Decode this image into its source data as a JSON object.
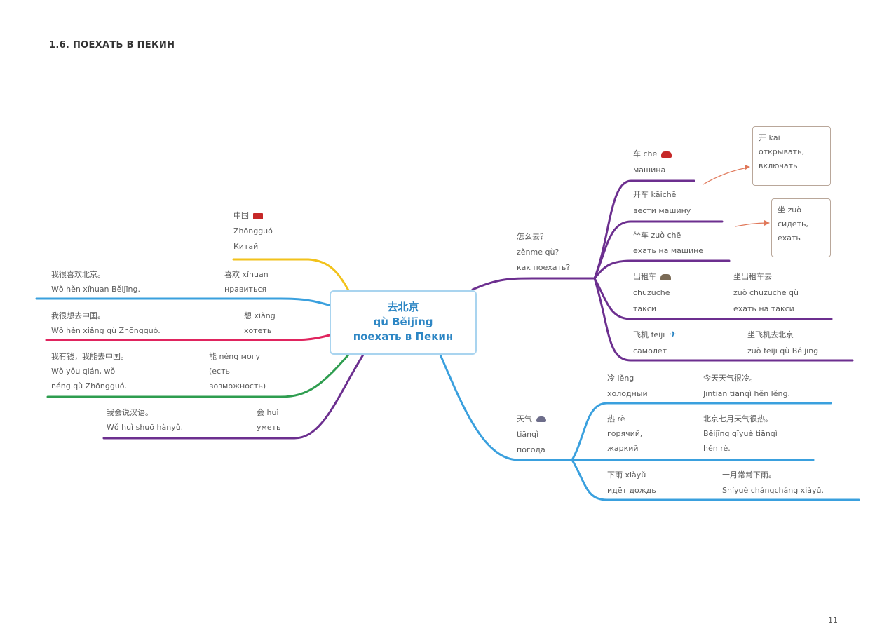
{
  "page": {
    "heading": "1.6. ПОЕХАТЬ В ПЕКИН",
    "page_number": "11"
  },
  "center": {
    "hanzi": "去北京",
    "pinyin": "qù Běijīng",
    "ru": "поехать в Пекин"
  },
  "colors": {
    "yellow": "#f2c21b",
    "blue": "#3aa0de",
    "red": "#e0245e",
    "green": "#2e9d4f",
    "purple": "#6c2f8f",
    "arrow": "#e0785a",
    "center_border": "#a9d4ef",
    "center_text": "#2d86c4"
  },
  "left": {
    "china": {
      "l1": "中国",
      "l2": "Zhōngguó",
      "l3": "Китай",
      "icon": "china-flag-icon"
    },
    "xihuan": {
      "l1": "喜欢 xǐhuan",
      "l2": "нравиться",
      "ex1": "我很喜欢北京。",
      "ex2": "Wǒ hěn xǐhuan Běijīng."
    },
    "xiang": {
      "l1": "想 xiǎng",
      "l2": "хотеть",
      "ex1": "我很想去中国。",
      "ex2": "Wǒ hěn xiǎng qù Zhōngguó."
    },
    "neng": {
      "l1": "能 néng могу",
      "l2": "(есть",
      "l3": "возможность)",
      "ex1": "我有钱，我能去中国。",
      "ex2": "Wǒ yǒu qián, wǒ",
      "ex3": "néng qù Zhōngguó."
    },
    "hui": {
      "l1": "会 huì",
      "l2": "уметь",
      "ex1": "我会说汉语。",
      "ex2": "Wǒ huì shuō hànyǔ."
    }
  },
  "right": {
    "how": {
      "l1": "怎么去？",
      "l2": "zěnme qù?",
      "l3": "как поехать?"
    },
    "che": {
      "l1": "车 chē",
      "l2": "машина",
      "icon": "car-icon"
    },
    "kaiche": {
      "l1": "开车 kāichē",
      "l2": "вести машину"
    },
    "zuoche": {
      "l1": "坐车 zuò chē",
      "l2": "ехать на машине"
    },
    "taxi": {
      "l1": "出租车",
      "l2": "chūzūchē",
      "l3": "такси",
      "icon": "taxi-icon",
      "ex1": "坐出租车去",
      "ex2": "zuò chūzūchē qù",
      "ex3": "ехать на такси"
    },
    "plane": {
      "l1": "飞机 fēijī",
      "l2": "самолёт",
      "icon": "plane-icon",
      "ex1": "坐飞机去北京",
      "ex2": "zuò fēijī qù Běijīng"
    },
    "note_kai": {
      "l1": "开 kāi",
      "l2": "открывать,",
      "l3": "включать"
    },
    "note_zuo": {
      "l1": "坐 zuò",
      "l2": "сидеть,",
      "l3": "ехать"
    },
    "weather": {
      "l1": "天气",
      "l2": "tiānqì",
      "l3": "погода",
      "icon": "weather-cloud-icon"
    },
    "leng": {
      "l1": "冷 lěng",
      "l2": "холодный",
      "ex1": "今天天气很冷。",
      "ex2": "Jīntiān tiānqì hěn lěng."
    },
    "re": {
      "l1": "热 rè",
      "l2": "горячий,",
      "l3": "жаркий",
      "ex1": "北京七月天气很热。",
      "ex2": "Běijīng qīyuè tiānqì",
      "ex3": "hěn rè."
    },
    "xiayu": {
      "l1": "下雨 xiàyǔ",
      "l2": "идёт дождь",
      "ex1": "十月常常下雨。",
      "ex2": "Shíyuè chángcháng xiàyǔ."
    }
  }
}
